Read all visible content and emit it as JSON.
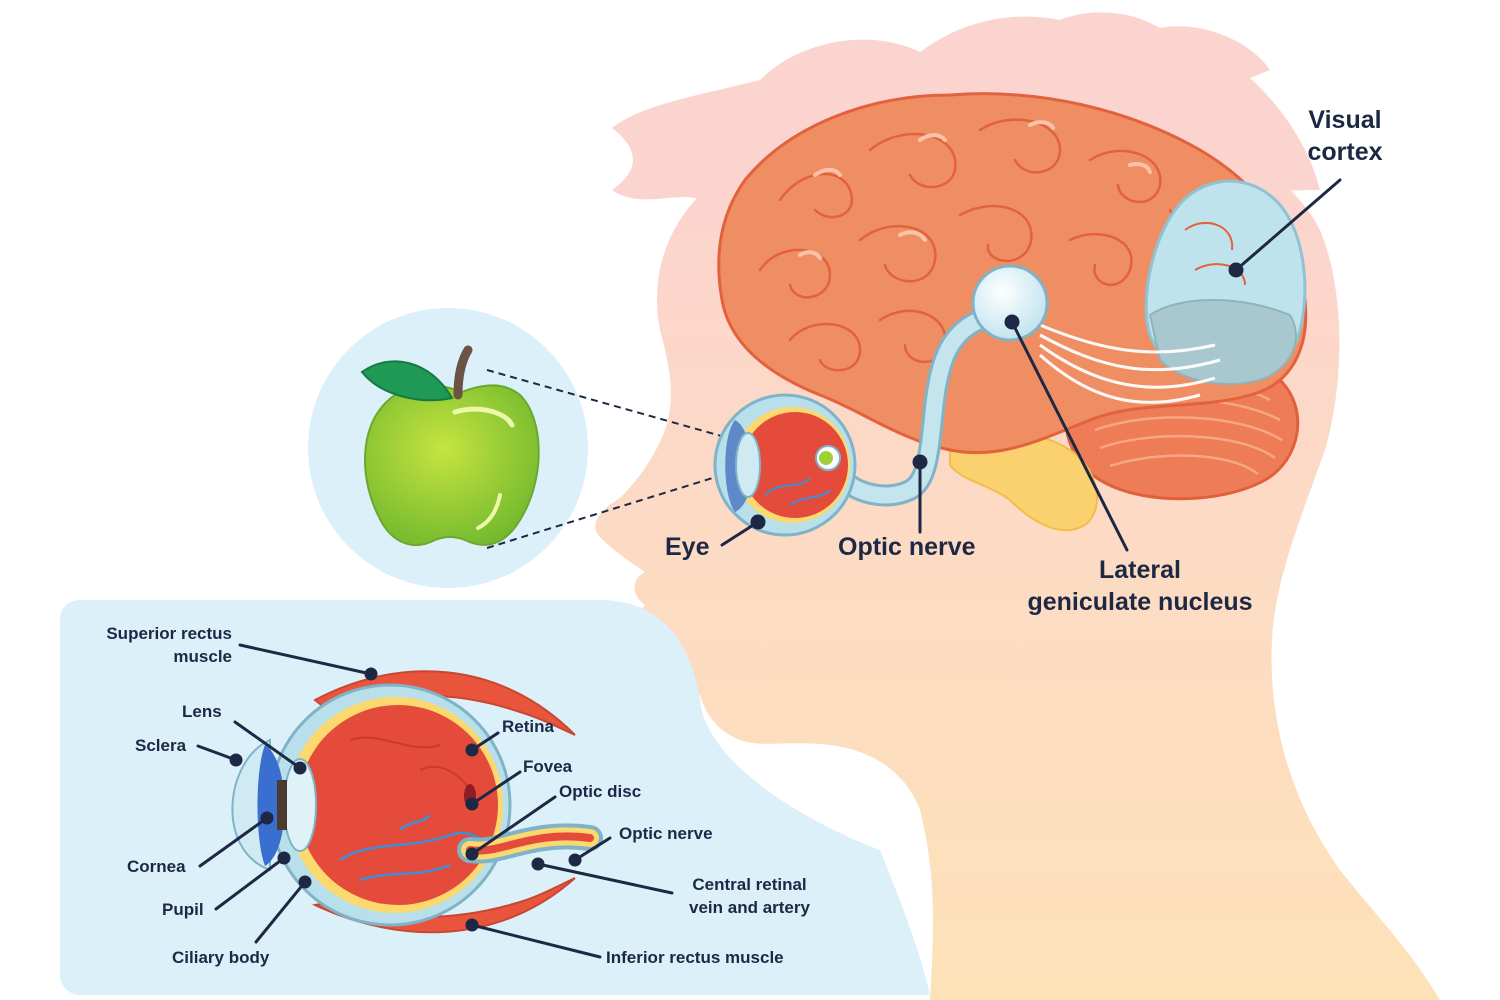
{
  "main_labels": {
    "visual_cortex": [
      "Visual",
      "cortex"
    ],
    "eye": "Eye",
    "optic_nerve": "Optic nerve",
    "lgn": [
      "Lateral",
      "geniculate nucleus"
    ]
  },
  "inset_labels": {
    "superior_rectus": [
      "Superior rectus",
      "muscle"
    ],
    "lens": "Lens",
    "sclera": "Sclera",
    "cornea": "Cornea",
    "pupil": "Pupil",
    "ciliary_body": "Ciliary body",
    "retina": "Retina",
    "fovea": "Fovea",
    "optic_disc": "Optic disc",
    "optic_nerve": "Optic nerve",
    "central_retinal": [
      "Central retinal",
      "vein and artery"
    ],
    "inferior_rectus": "Inferior rectus muscle"
  },
  "colors": {
    "label_text": "#1d2844",
    "head_skin": "#fbd7c4",
    "hair": "#fbd3cf",
    "brain": "#f08e64",
    "brain_outline": "#e2623e",
    "visual_cortex": "#bfe3ec",
    "cerebellum": "#ec7d57",
    "brainstem": "#fbd070",
    "nerve": "#b9dfeb",
    "apple": "#9ed134",
    "inset_bg": "#dcf0fa",
    "eye_red": "#e64a3a"
  }
}
